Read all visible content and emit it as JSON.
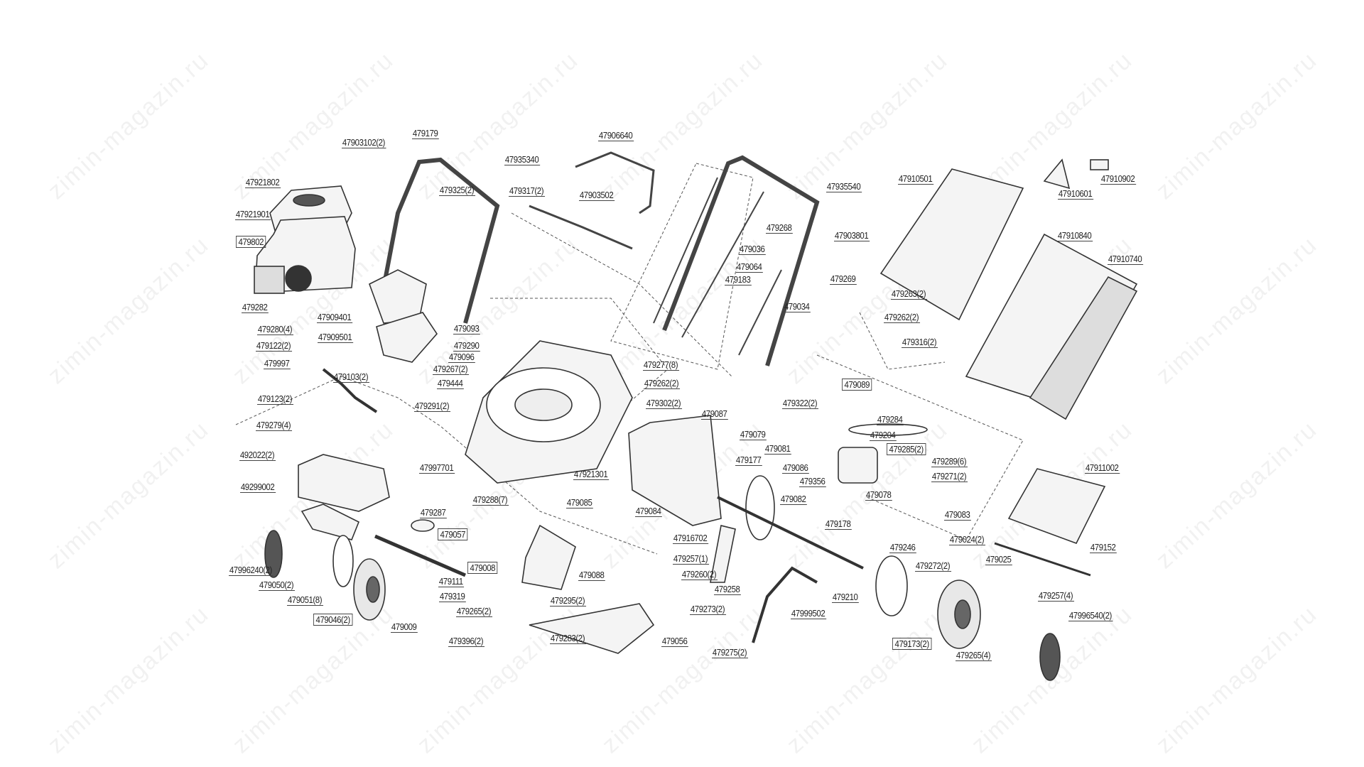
{
  "watermark": "zimin-magazin.ru",
  "colors": {
    "line": "#333333",
    "fill": "#f2f2f2",
    "dash": "#555555"
  },
  "parts": [
    {
      "id": "47903102(2)"
    },
    {
      "id": "479179"
    },
    {
      "id": "47935340"
    },
    {
      "id": "47921802"
    },
    {
      "id": "479325(2)"
    },
    {
      "id": "479317(2)"
    },
    {
      "id": "47903502"
    },
    {
      "id": "47906640"
    },
    {
      "id": "47921901"
    },
    {
      "id": "479802",
      "boxed": true
    },
    {
      "id": "479282"
    },
    {
      "id": "47909401"
    },
    {
      "id": "47909501"
    },
    {
      "id": "479280(4)"
    },
    {
      "id": "479122(2)"
    },
    {
      "id": "479997"
    },
    {
      "id": "479103(2)"
    },
    {
      "id": "479093"
    },
    {
      "id": "479290"
    },
    {
      "id": "479096"
    },
    {
      "id": "479267(2)"
    },
    {
      "id": "479444"
    },
    {
      "id": "479291(2)"
    },
    {
      "id": "479123(2)"
    },
    {
      "id": "479279(4)"
    },
    {
      "id": "492022(2)"
    },
    {
      "id": "47997701"
    },
    {
      "id": "49299002"
    },
    {
      "id": "479287"
    },
    {
      "id": "479057",
      "boxed": true
    },
    {
      "id": "479008",
      "boxed": true
    },
    {
      "id": "479111"
    },
    {
      "id": "479319"
    },
    {
      "id": "479009"
    },
    {
      "id": "47996240(2)"
    },
    {
      "id": "479050(2)"
    },
    {
      "id": "479051(8)"
    },
    {
      "id": "479046(2)",
      "boxed": true
    },
    {
      "id": "479288(7)"
    },
    {
      "id": "479265(2)"
    },
    {
      "id": "479396(2)"
    },
    {
      "id": "479295(2)"
    },
    {
      "id": "479283(2)"
    },
    {
      "id": "479088"
    },
    {
      "id": "479056"
    },
    {
      "id": "47921301"
    },
    {
      "id": "479085"
    },
    {
      "id": "479084"
    },
    {
      "id": "479087"
    },
    {
      "id": "479277(8)"
    },
    {
      "id": "479262(2)"
    },
    {
      "id": "479302(2)"
    },
    {
      "id": "47935540"
    },
    {
      "id": "479268"
    },
    {
      "id": "479036"
    },
    {
      "id": "479064"
    },
    {
      "id": "479183"
    },
    {
      "id": "47903801"
    },
    {
      "id": "479269"
    },
    {
      "id": "479034"
    },
    {
      "id": "47910501"
    },
    {
      "id": "47910601"
    },
    {
      "id": "47910902"
    },
    {
      "id": "47910840"
    },
    {
      "id": "47910740"
    },
    {
      "id": "479263(2)"
    },
    {
      "id": "479262(2)"
    },
    {
      "id": "479316(2)"
    },
    {
      "id": "479089",
      "boxed": true
    },
    {
      "id": "479322(2)"
    },
    {
      "id": "479284"
    },
    {
      "id": "479079"
    },
    {
      "id": "479204"
    },
    {
      "id": "479081"
    },
    {
      "id": "479285(2)",
      "boxed": true
    },
    {
      "id": "479177"
    },
    {
      "id": "479086"
    },
    {
      "id": "479289(6)"
    },
    {
      "id": "479356"
    },
    {
      "id": "479271(2)"
    },
    {
      "id": "479078"
    },
    {
      "id": "479082"
    },
    {
      "id": "479083"
    },
    {
      "id": "479178"
    },
    {
      "id": "47916702"
    },
    {
      "id": "479246"
    },
    {
      "id": "479257(1)"
    },
    {
      "id": "479272(2)"
    },
    {
      "id": "479260(2)"
    },
    {
      "id": "479258"
    },
    {
      "id": "479210"
    },
    {
      "id": "479273(2)"
    },
    {
      "id": "47999502"
    },
    {
      "id": "479275(2)"
    },
    {
      "id": "479173(2)",
      "boxed": true
    },
    {
      "id": "479265(4)"
    },
    {
      "id": "479024(2)"
    },
    {
      "id": "479025"
    },
    {
      "id": "479152"
    },
    {
      "id": "479257(4)"
    },
    {
      "id": "47996540(2)"
    },
    {
      "id": "47911002"
    }
  ]
}
